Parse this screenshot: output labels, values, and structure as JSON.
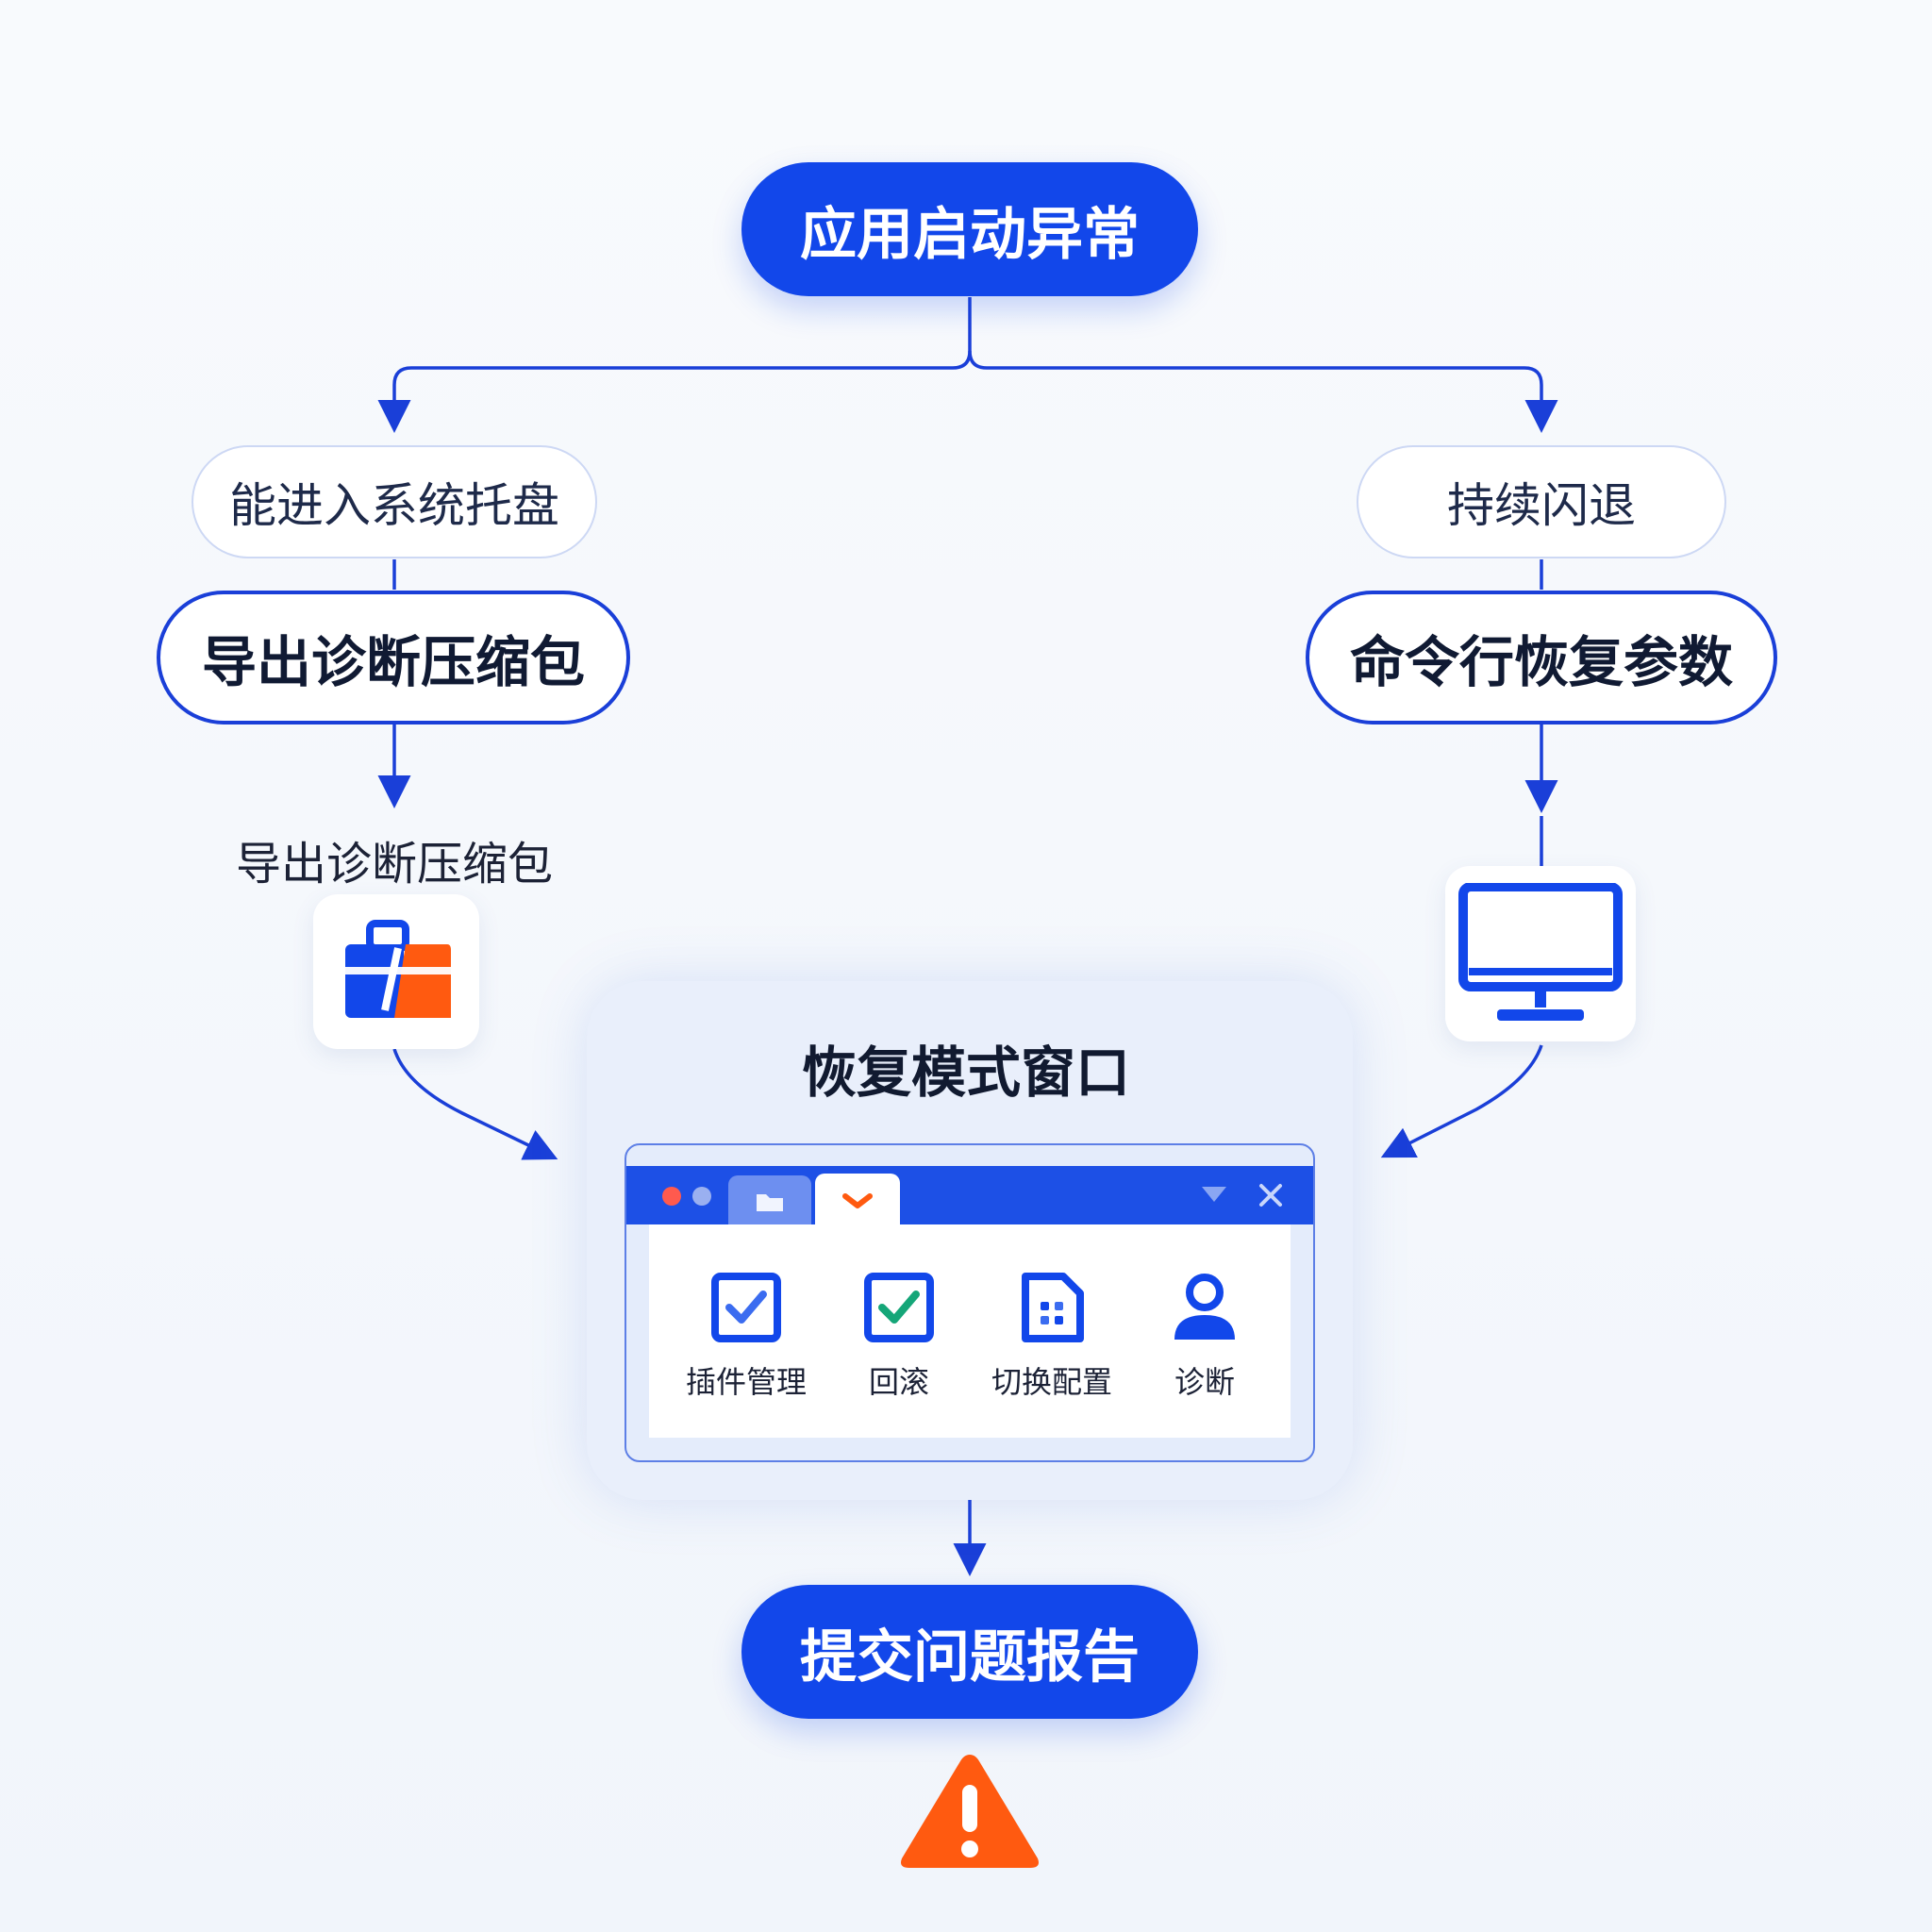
{
  "flow": {
    "start": "应用启动异常",
    "left_branch": "能进入系统托盘",
    "right_branch": "持续闪退",
    "left_step": "导出诊断压缩包",
    "right_step": "命令行恢复参数",
    "left_caption": "导出诊断压缩包",
    "recovery_title": "恢复模式窗口",
    "end": "提交问题报告"
  },
  "window": {
    "tools": [
      {
        "label": "插件管理",
        "icon": "checkbox-icon"
      },
      {
        "label": "回滚",
        "icon": "checkmark-icon"
      },
      {
        "label": "切换配置",
        "icon": "config-file-icon"
      },
      {
        "label": "诊断",
        "icon": "user-icon"
      }
    ]
  },
  "icons": {
    "left_tile": "briefcase-icon",
    "right_tile": "monitor-icon",
    "bottom": "warning-icon"
  },
  "colors": {
    "primary": "#1247ea",
    "accent": "#ff5a10",
    "connector": "#1a3fd8"
  }
}
